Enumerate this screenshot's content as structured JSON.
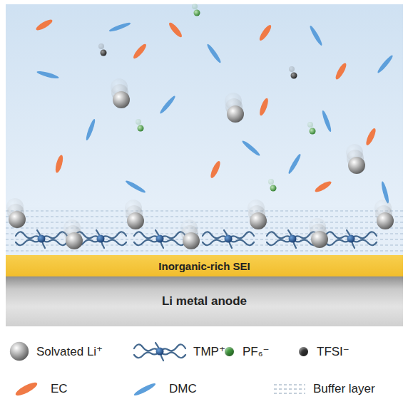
{
  "diagram": {
    "nodes": [
      {
        "text": [
          "Inorganic-rich SEI"
        ]
      },
      {
        "text": [
          "Li metal anode"
        ]
      }
    ],
    "edges": [],
    "legend": [
      {
        "text": "Solvated Li⁺"
      },
      {
        "text": "TMP⁺"
      },
      {
        "text": "PF₆⁻",
        "color": "#3f9a3c"
      },
      {
        "text": "TFSI⁻",
        "color": "#333333"
      },
      {
        "text": "EC",
        "color": "#f07a46"
      },
      {
        "text": "DMC",
        "color": "#5d9fdb"
      },
      {
        "text": "Buffer layer"
      }
    ]
  }
}
